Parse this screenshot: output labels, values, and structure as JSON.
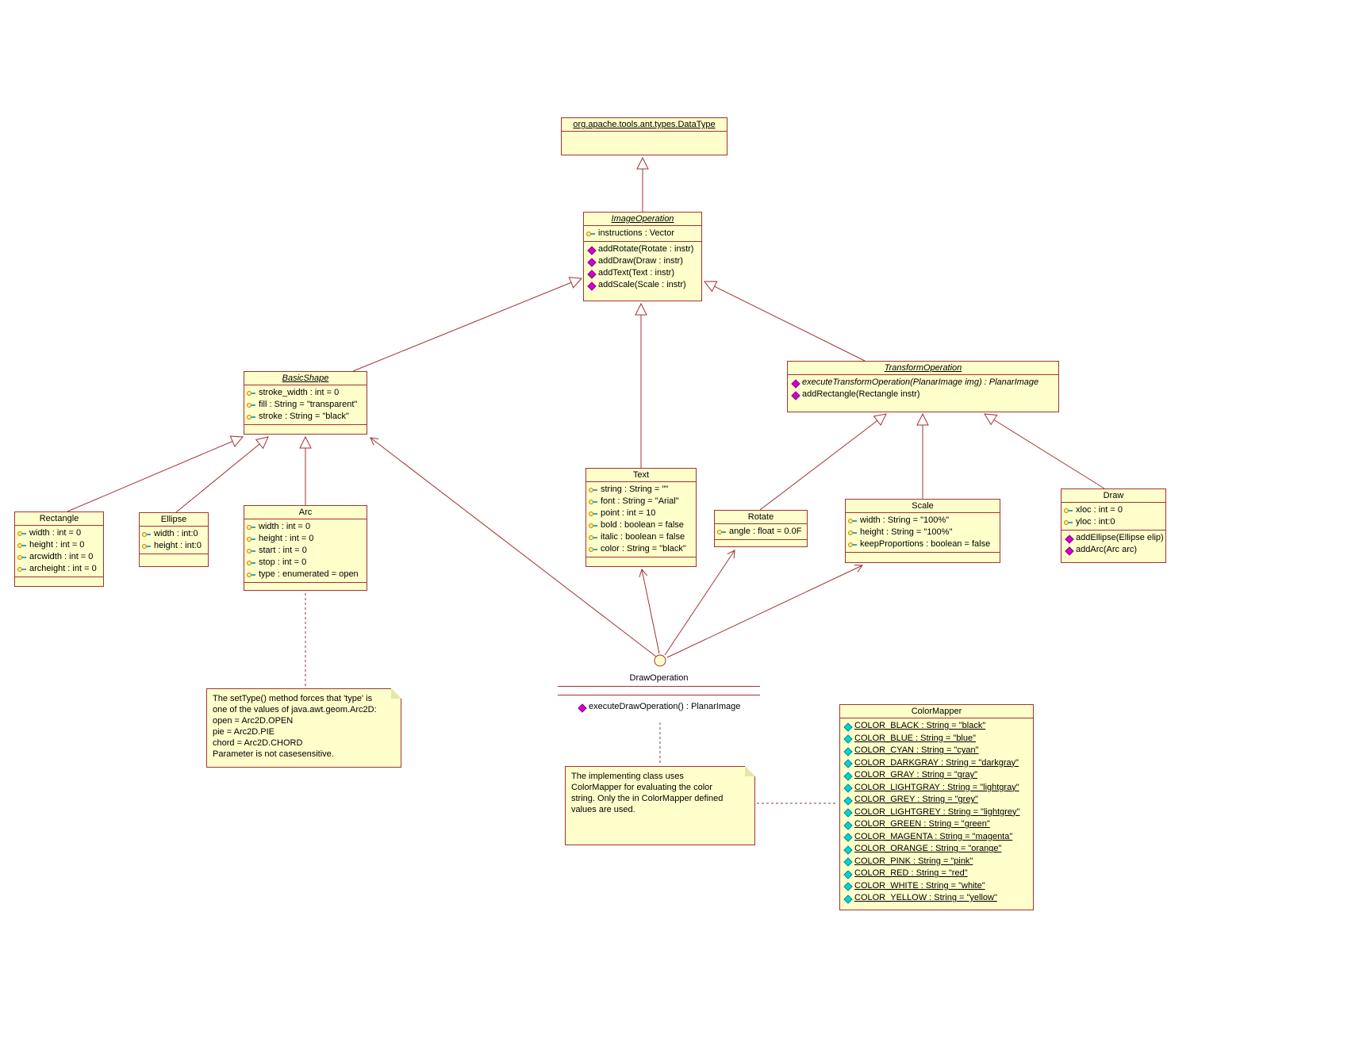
{
  "colors": {
    "box_fill": "#ffffcc",
    "line": "#a13232",
    "method_icon": "#d400d4",
    "constant_icon": "#00d5d5",
    "attribute_icon": "#c8a800"
  },
  "classes": {
    "datatype": {
      "name": "org.apache.tools.ant.types.DataType",
      "attributes": [],
      "methods": []
    },
    "imageoperation": {
      "name": "ImageOperation",
      "attributes": [
        {
          "icon": "key-icon",
          "text": "instructions : Vector"
        }
      ],
      "methods": [
        {
          "icon": "method-icon",
          "text": "addRotate(Rotate : instr)"
        },
        {
          "icon": "method-icon",
          "text": "addDraw(Draw : instr)"
        },
        {
          "icon": "method-icon",
          "text": "addText(Text : instr)"
        },
        {
          "icon": "method-icon",
          "text": "addScale(Scale : instr)"
        }
      ]
    },
    "basicshape": {
      "name": "BasicShape",
      "attributes": [
        {
          "icon": "key-icon",
          "text": "stroke_width : int = 0"
        },
        {
          "icon": "key-icon",
          "text": "fill : String = \"transparent\""
        },
        {
          "icon": "key-icon",
          "text": "stroke : String = \"black\""
        }
      ]
    },
    "transformoperation": {
      "name": "TransformOperation",
      "methods": [
        {
          "icon": "method-icon",
          "text": "executeTransformOperation(PlanarImage img) : PlanarImage",
          "italic": true
        },
        {
          "icon": "method-icon",
          "text": "addRectangle(Rectangle instr)"
        }
      ]
    },
    "rectangle": {
      "name": "Rectangle",
      "attributes": [
        {
          "icon": "key-icon",
          "text": "width : int = 0"
        },
        {
          "icon": "key-icon",
          "text": "height : int = 0"
        },
        {
          "icon": "key-icon",
          "text": "arcwidth : int = 0"
        },
        {
          "icon": "key-icon",
          "text": "archeight : int = 0"
        }
      ]
    },
    "ellipse": {
      "name": "Ellipse",
      "attributes": [
        {
          "icon": "key-icon",
          "text": "width : int:0"
        },
        {
          "icon": "key-icon",
          "text": "height : int:0"
        }
      ]
    },
    "arc": {
      "name": "Arc",
      "attributes": [
        {
          "icon": "key-icon",
          "text": "width : int = 0"
        },
        {
          "icon": "key-icon",
          "text": "height : int = 0"
        },
        {
          "icon": "key-icon",
          "text": "start : int = 0"
        },
        {
          "icon": "key-icon",
          "text": "stop : int = 0"
        },
        {
          "icon": "key-icon",
          "text": "type : enumerated = open"
        }
      ]
    },
    "text": {
      "name": "Text",
      "attributes": [
        {
          "icon": "key-icon",
          "text": "string : String = \"\""
        },
        {
          "icon": "key-icon",
          "text": "font : String = \"Arial\""
        },
        {
          "icon": "key-icon",
          "text": "point : int = 10"
        },
        {
          "icon": "key-icon",
          "text": "bold : boolean = false"
        },
        {
          "icon": "key-icon",
          "text": "italic : boolean = false"
        },
        {
          "icon": "key-icon",
          "text": "color : String = \"black\""
        }
      ]
    },
    "rotate": {
      "name": "Rotate",
      "attributes": [
        {
          "icon": "key-icon",
          "text": "angle : float = 0.0F"
        }
      ]
    },
    "scale": {
      "name": "Scale",
      "attributes": [
        {
          "icon": "key-icon",
          "text": "width : String = \"100%\""
        },
        {
          "icon": "key-icon",
          "text": "height : String = \"100%\""
        },
        {
          "icon": "key-icon",
          "text": "keepProportions : boolean = false"
        }
      ]
    },
    "draw": {
      "name": "Draw",
      "attributes": [
        {
          "icon": "key-icon",
          "text": "xloc : int = 0"
        },
        {
          "icon": "key-icon",
          "text": "yloc : int:0"
        }
      ],
      "methods": [
        {
          "icon": "method-icon",
          "text": "addEllipse(Ellipse elip)"
        },
        {
          "icon": "method-icon",
          "text": "addArc(Arc arc)"
        }
      ]
    },
    "colormapper": {
      "name": "ColorMapper",
      "attributes": [
        {
          "icon": "constant-icon",
          "text": "COLOR_BLACK : String = \"black\"",
          "underline": true
        },
        {
          "icon": "constant-icon",
          "text": "COLOR_BLUE : String = \"blue\"",
          "underline": true
        },
        {
          "icon": "constant-icon",
          "text": "COLOR_CYAN : String = \"cyan\"",
          "underline": true
        },
        {
          "icon": "constant-icon",
          "text": "COLOR_DARKGRAY : String = \"darkgray\"",
          "underline": true
        },
        {
          "icon": "constant-icon",
          "text": "COLOR_GRAY : String = \"gray\"",
          "underline": true
        },
        {
          "icon": "constant-icon",
          "text": "COLOR_LIGHTGRAY : String = \"lightgray\"",
          "underline": true
        },
        {
          "icon": "constant-icon",
          "text": "COLOR_GREY : String = \"grey\"",
          "underline": true
        },
        {
          "icon": "constant-icon",
          "text": "COLOR_LIGHTGREY : String = \"lightgrey\"",
          "underline": true
        },
        {
          "icon": "constant-icon",
          "text": "COLOR_GREEN : String = \"green\"",
          "underline": true
        },
        {
          "icon": "constant-icon",
          "text": "COLOR_MAGENTA : String = \"magenta\"",
          "underline": true
        },
        {
          "icon": "constant-icon",
          "text": "COLOR_ORANGE : String = \"orange\"",
          "underline": true
        },
        {
          "icon": "constant-icon",
          "text": "COLOR_PINK : String = \"pink\"",
          "underline": true
        },
        {
          "icon": "constant-icon",
          "text": "COLOR_RED : String = \"red\"",
          "underline": true
        },
        {
          "icon": "constant-icon",
          "text": "COLOR_WHITE : String = \"white\"",
          "underline": true
        },
        {
          "icon": "constant-icon",
          "text": "COLOR_YELLOW : String = \"yellow\"",
          "underline": true
        }
      ]
    }
  },
  "interface": {
    "name": "DrawOperation",
    "method": "executeDrawOperation() : PlanarImage"
  },
  "notes": {
    "arc_note": "The setType() method forces that 'type' is\none of the values of java.awt.geom.Arc2D:\nopen = Arc2D.OPEN\npie = Arc2D.PIE\nchord = Arc2D.CHORD\nParameter is not casesensitive.",
    "colormapper_note": "The implementing class uses\nColorMapper for evaluating the color\nstring. Only the in ColorMapper defined\nvalues are used."
  }
}
